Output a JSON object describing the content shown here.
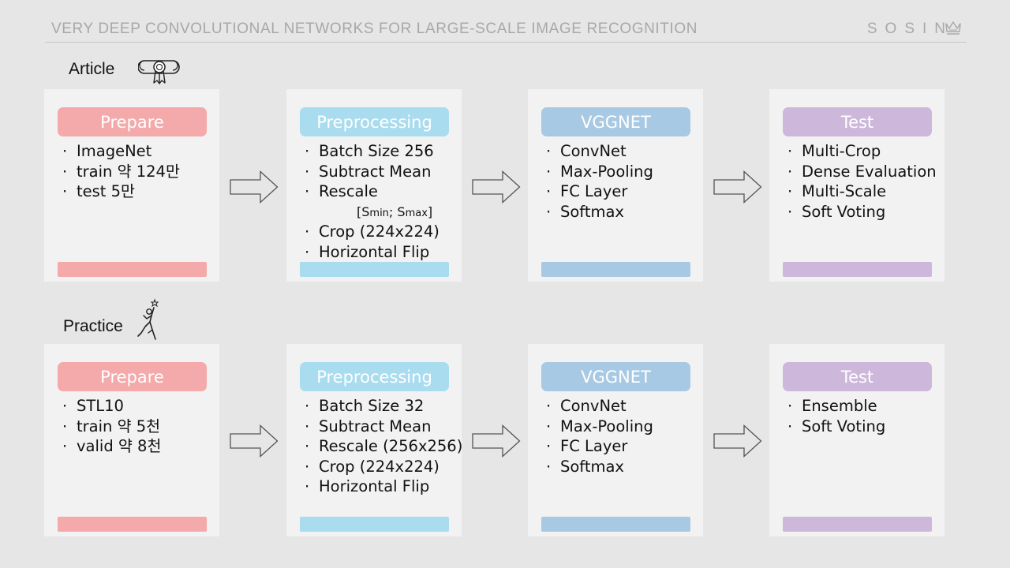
{
  "header": {
    "title": "VERY DEEP CONVOLUTIONAL NETWORKS FOR LARGE-SCALE IMAGE RECOGNITION",
    "brand": "SOSIN",
    "brand_icon": "crown-icon"
  },
  "sections": [
    {
      "label": "Article",
      "icon": "certificate-icon",
      "cards": [
        {
          "title": "Prepare",
          "items": [
            "ImageNet",
            "train 약 124만",
            "test 5만"
          ]
        },
        {
          "title": "Preprocessing",
          "items": [
            "Batch Size 256",
            "Subtract Mean",
            "Rescale"
          ],
          "range": {
            "open": "[S",
            "min": "min",
            "sep": "; S",
            "max": "max",
            "close": "]"
          },
          "items_after": [
            "Crop (224x224)",
            "Horizontal Flip"
          ]
        },
        {
          "title": "VGGNET",
          "items": [
            "ConvNet",
            "Max-Pooling",
            "FC Layer",
            "Softmax"
          ]
        },
        {
          "title": "Test",
          "items": [
            "Multi-Crop",
            "Dense Evaluation",
            "Multi-Scale",
            "Soft Voting"
          ]
        }
      ]
    },
    {
      "label": "Practice",
      "icon": "person-reaching-star-icon",
      "cards": [
        {
          "title": "Prepare",
          "items": [
            "STL10",
            "train 약 5천",
            "valid 약 8천"
          ]
        },
        {
          "title": "Preprocessing",
          "items": [
            "Batch Size 32",
            "Subtract Mean",
            "Rescale (256x256)",
            "Crop (224x224)",
            "Horizontal Flip"
          ]
        },
        {
          "title": "VGGNET",
          "items": [
            "ConvNet",
            "Max-Pooling",
            "FC Layer",
            "Softmax"
          ]
        },
        {
          "title": "Test",
          "items": [
            "Ensemble",
            "Soft Voting"
          ]
        }
      ]
    }
  ],
  "bullet": "·",
  "colors": {
    "prepare": "#f4a9aa",
    "preprocessing": "#a9dcee",
    "vggnet": "#a8c9e3",
    "test": "#cdb8dc",
    "card_bg": "#f2f2f2",
    "page_bg": "#e6e6e6"
  }
}
